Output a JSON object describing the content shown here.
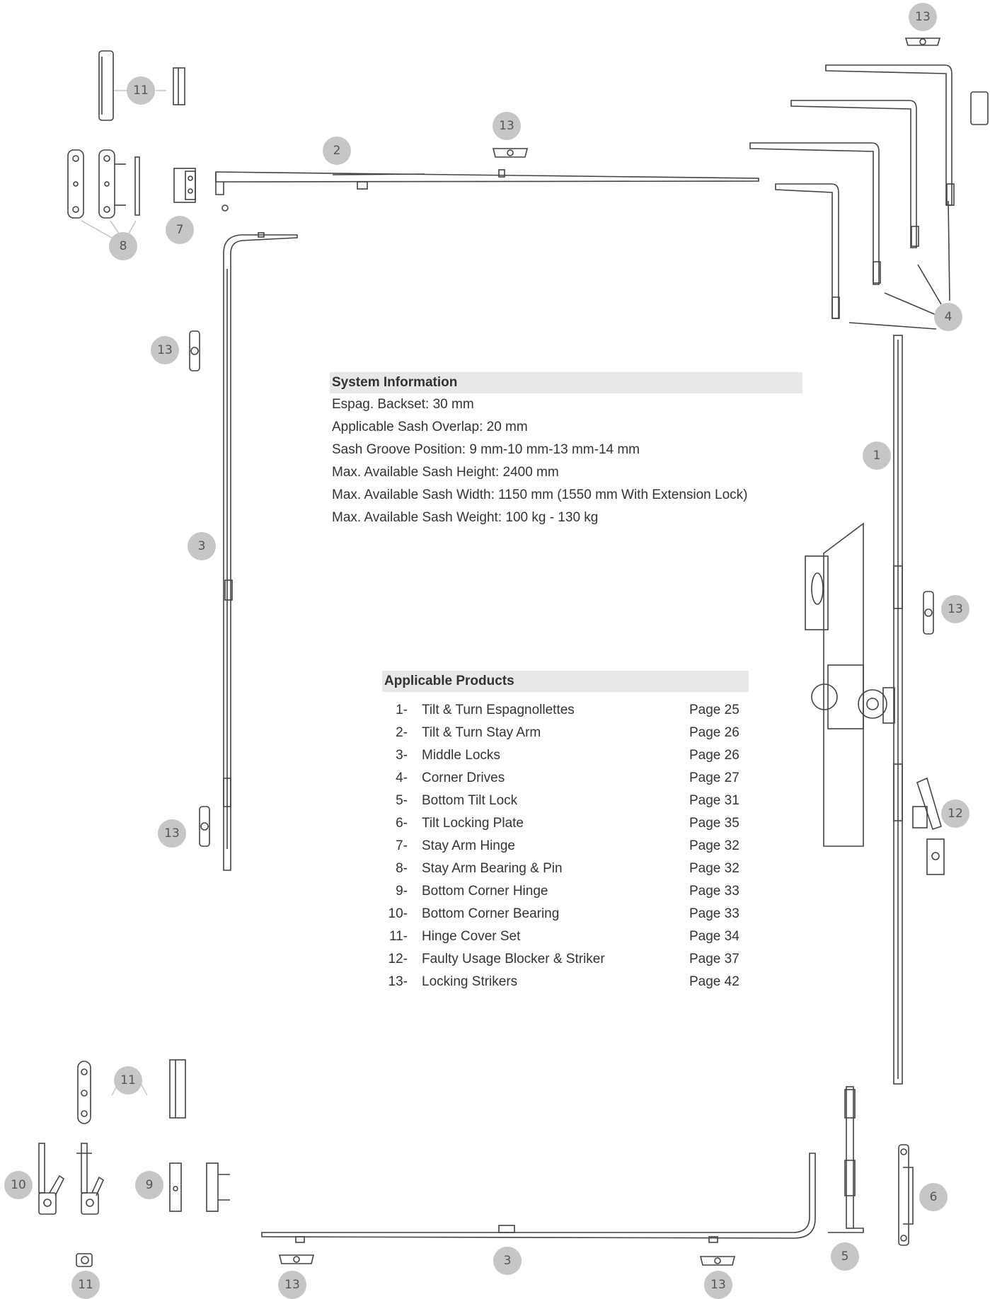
{
  "badges": {
    "b1": "1",
    "b2": "2",
    "b3_left": "3",
    "b3_bottom": "3",
    "b4": "4",
    "b5": "5",
    "b6": "6",
    "b7": "7",
    "b8": "8",
    "b9": "9",
    "b10": "10",
    "b11_top": "11",
    "b11_bottom": "11",
    "b11_small": "11",
    "b12": "12",
    "b13_top_right": "13",
    "b13_center_top": "13",
    "b13_left_top": "13",
    "b13_left_bottom": "13",
    "b13_right": "13",
    "b13_bottom_left": "13",
    "b13_bottom_right": "13"
  },
  "system_info": {
    "title": "System Information",
    "lines": [
      "Espag. Backset: 30 mm",
      "Applicable Sash Overlap: 20 mm",
      "Sash Groove Position: 9 mm-10 mm-13 mm-14 mm",
      "Max. Available Sash Height: 2400 mm",
      "Max. Available Sash Width: 1150 mm (1550 mm With Extension  Lock)",
      "Max. Available Sash Weight: 100 kg - 130 kg"
    ]
  },
  "products": {
    "title": "Applicable Products",
    "items": [
      {
        "num": "1-",
        "name": "Tilt & Turn Espagnollettes",
        "page": "Page 25"
      },
      {
        "num": "2-",
        "name": "Tilt & Turn Stay Arm",
        "page": "Page 26"
      },
      {
        "num": "3-",
        "name": "Middle Locks",
        "page": "Page 26"
      },
      {
        "num": "4-",
        "name": "Corner Drives",
        "page": "Page 27"
      },
      {
        "num": "5-",
        "name": "Bottom Tilt Lock",
        "page": "Page 31"
      },
      {
        "num": "6-",
        "name": "Tilt Locking Plate",
        "page": "Page 35"
      },
      {
        "num": "7-",
        "name": "Stay Arm Hinge",
        "page": "Page 32"
      },
      {
        "num": "8-",
        "name": "Stay Arm Bearing & Pin",
        "page": "Page 32"
      },
      {
        "num": "9-",
        "name": "Bottom Corner Hinge",
        "page": "Page 33"
      },
      {
        "num": "10-",
        "name": "Bottom Corner Bearing",
        "page": "Page 33"
      },
      {
        "num": "11-",
        "name": "Hinge Cover Set",
        "page": "Page 34"
      },
      {
        "num": "12-",
        "name": "Faulty Usage Blocker & Striker",
        "page": "Page 37"
      },
      {
        "num": "13-",
        "name": "Locking Strikers",
        "page": "Page 42"
      }
    ]
  },
  "colors": {
    "badge": "#c6c6c6",
    "header_band": "#e8e8e9",
    "line_art": "#444444",
    "leader": "#c8c8c8"
  }
}
